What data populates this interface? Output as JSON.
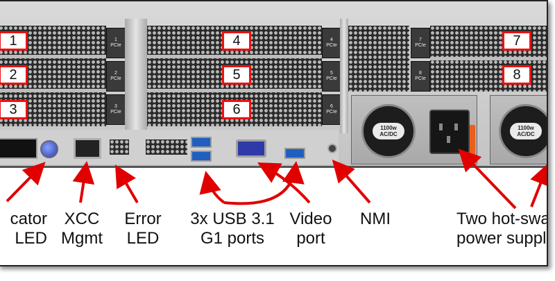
{
  "bays": [
    {
      "number": "1",
      "tab_num": "1",
      "tab_txt": "PCIe"
    },
    {
      "number": "2",
      "tab_num": "2",
      "tab_txt": "PCIe"
    },
    {
      "number": "3",
      "tab_num": "3",
      "tab_txt": "PCIe"
    },
    {
      "number": "4",
      "tab_num": "4",
      "tab_txt": "PCIe"
    },
    {
      "number": "5",
      "tab_num": "5",
      "tab_txt": "PCIe"
    },
    {
      "number": "6",
      "tab_num": "6",
      "tab_txt": "PCIe"
    },
    {
      "number": "7",
      "tab_num": "7",
      "tab_txt": "PCIe"
    },
    {
      "number": "8",
      "tab_num": "8",
      "tab_txt": "PCIe"
    }
  ],
  "psu": {
    "rating": "1100w",
    "type": "AC/DC"
  },
  "callouts": {
    "indicator_led": {
      "line1": "cator",
      "line2": "LED"
    },
    "xcc": {
      "line1": "XCC",
      "line2": "Mgmt"
    },
    "error_led": {
      "line1": "Error",
      "line2": "LED"
    },
    "usb": {
      "line1": "3x USB 3.1",
      "line2": "G1 ports"
    },
    "video": {
      "line1": "Video",
      "line2": "port"
    },
    "nmi": {
      "line1": "NMI"
    },
    "psus": {
      "line1": "Two hot-swa",
      "line2": "power suppl"
    }
  },
  "colors": {
    "label_border": "#e11111",
    "arrow": "#e00000",
    "usb_blue": "#1f5fbf",
    "vga_blue": "#2d3aa8"
  }
}
